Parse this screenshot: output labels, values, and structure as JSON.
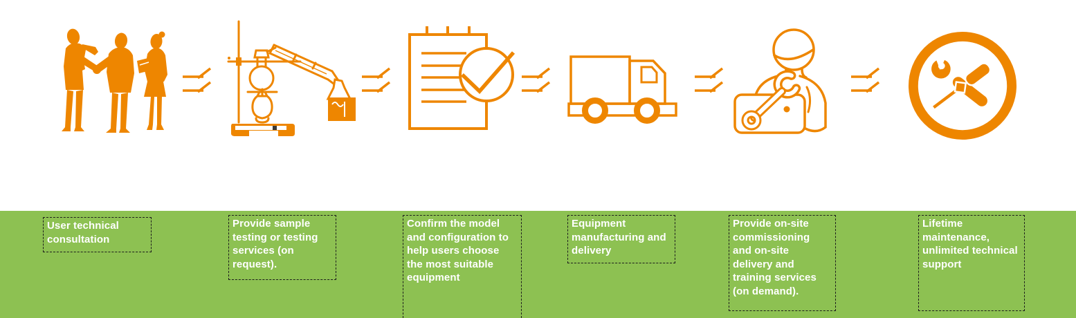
{
  "colors": {
    "accent_orange": "#EE8600",
    "band_green": "#8DC152",
    "label_text": "#FFFFFF",
    "label_border": "#1C1C1C"
  },
  "process": {
    "steps": [
      {
        "icon": "consultation-people-icon",
        "label": "User technical\nconsultation"
      },
      {
        "icon": "sample-testing-distillation-icon",
        "label": "Provide sample\ntesting or testing\nservices (on\nrequest)."
      },
      {
        "icon": "checklist-confirm-icon",
        "label": "Confirm the model\nand configuration to\nhelp users choose\nthe most suitable\nequipment"
      },
      {
        "icon": "delivery-truck-icon",
        "label": "Equipment\nmanufacturing and\ndelivery"
      },
      {
        "icon": "onsite-technician-icon",
        "label": "Provide on-site\ncommissioning\nand on-site\ndelivery and\ntraining services\n(on demand)."
      },
      {
        "icon": "lifetime-maintenance-tools-icon",
        "label": "Lifetime\nmaintenance,\nunlimited technical\nsupport"
      }
    ],
    "connector": "double-arrow-right"
  }
}
